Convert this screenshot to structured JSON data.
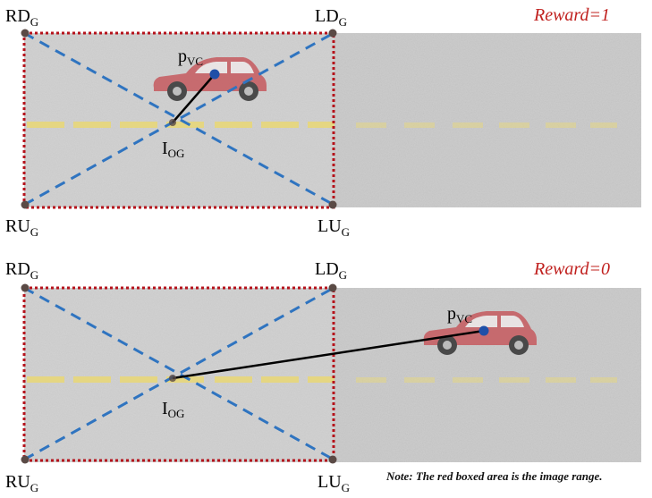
{
  "panels": [
    {
      "reward_label": "Reward=1",
      "corners": {
        "rd": {
          "main": "RD",
          "sub": "G"
        },
        "ld": {
          "main": "LD",
          "sub": "G"
        },
        "ru": {
          "main": "RU",
          "sub": "G"
        },
        "lu": {
          "main": "LU",
          "sub": "G"
        }
      },
      "vehicle_point": {
        "main": "p",
        "sub": "VC"
      },
      "image_center": {
        "main": "I",
        "sub": "OG"
      }
    },
    {
      "reward_label": "Reward=0",
      "corners": {
        "rd": {
          "main": "RD",
          "sub": "G"
        },
        "ld": {
          "main": "LD",
          "sub": "G"
        },
        "ru": {
          "main": "RU",
          "sub": "G"
        },
        "lu": {
          "main": "LU",
          "sub": "G"
        }
      },
      "vehicle_point": {
        "main": "p",
        "sub": "VC"
      },
      "image_center": {
        "main": "I",
        "sub": "OG"
      }
    }
  ],
  "note": "Note: The red boxed area is the image range.",
  "colors": {
    "road": "#cdcdcd",
    "lane_dash": "#e8d77a",
    "image_box": "#b5121b",
    "diagonal": "#2f74c0",
    "corner_dot": "#5a4a45",
    "vehicle_dot": "#1f4fa8",
    "connector": "#000000",
    "reward_text": "#c0201e",
    "car_body": "#c65a5f"
  }
}
